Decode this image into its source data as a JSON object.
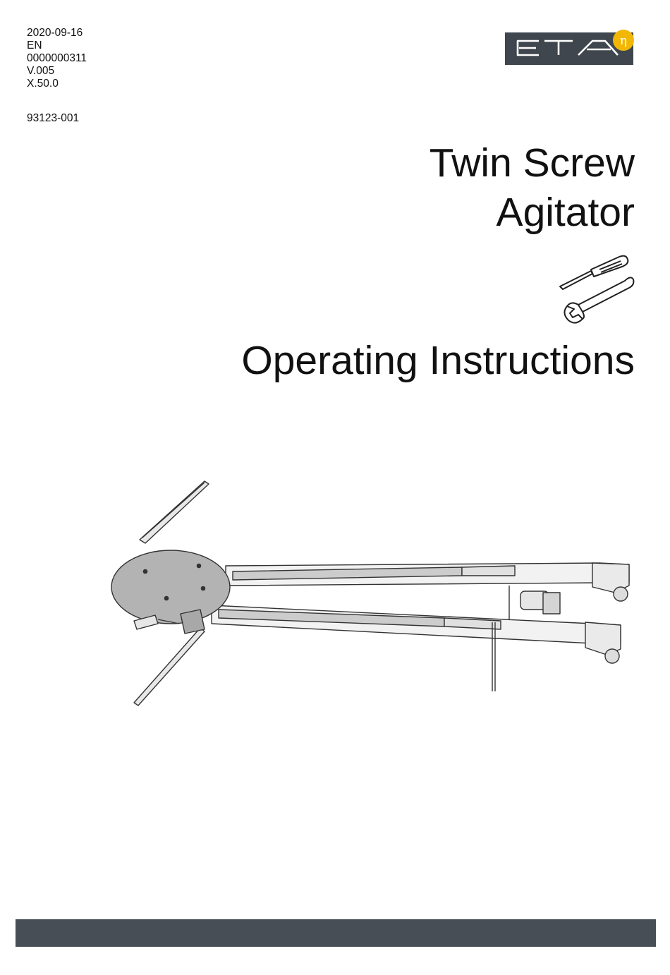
{
  "meta": {
    "date": "2020-09-16",
    "language": "EN",
    "doc_number": "0000000311",
    "version": "V.005",
    "revision": "X.50.0",
    "part_number": "93123-001"
  },
  "logo": {
    "text": "ETA",
    "symbol": "η",
    "colors": {
      "box": "#3f464d",
      "badge": "#f2b705"
    }
  },
  "title": {
    "line1": "Twin Screw",
    "line2": "Agitator"
  },
  "subtitle": "Operating Instructions",
  "icons": {
    "tools": "screwdriver-wrench-icon"
  },
  "footer": {
    "color": "#474e55"
  }
}
